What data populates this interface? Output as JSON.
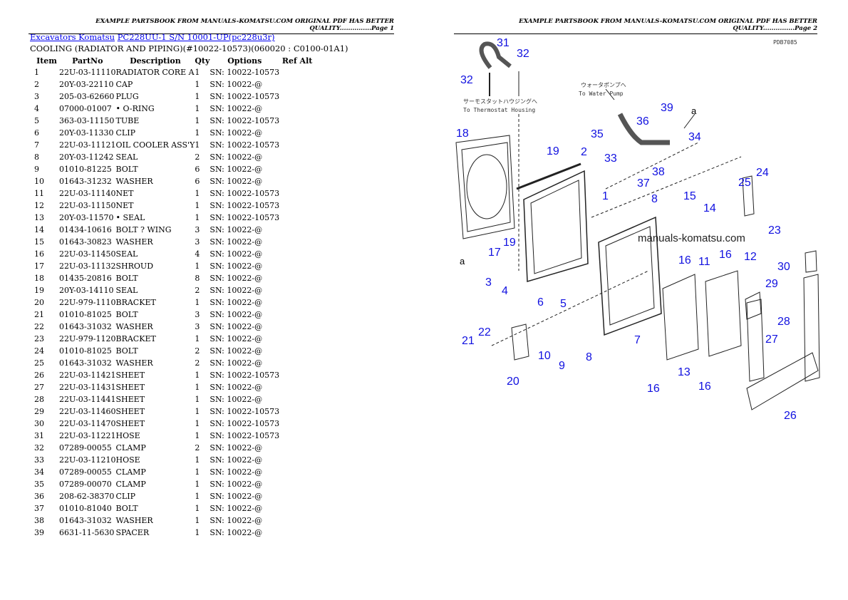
{
  "page1": {
    "header": "EXAMPLE PARTSBOOK FROM MANUALS-KOMATSU.COM ORIGINAL PDF HAS BETTER QUALITY...............Page 1",
    "breadcrumb": {
      "brand": "Excavators Komatsu",
      "model": "PC228UU-1 S/N 10001-UP(pc228u3r)"
    },
    "section_title": "COOLING (RADIATOR AND PIPING)(#10022-10573)(060020 : C0100-01A1)",
    "columns": [
      "Item",
      "PartNo",
      "Description",
      "Qty",
      "Options",
      "Ref Alt"
    ],
    "rows": [
      [
        "1",
        "22U-03-11110",
        "RADIATOR CORE A",
        "1",
        "SN: 10022-10573",
        ""
      ],
      [
        "2",
        "20Y-03-22110",
        "CAP",
        "1",
        "SN: 10022-@",
        ""
      ],
      [
        "3",
        "205-03-62660",
        "PLUG",
        "1",
        "SN: 10022-10573",
        ""
      ],
      [
        "4",
        "07000-01007",
        "• O-RING",
        "1",
        "SN: 10022-@",
        ""
      ],
      [
        "5",
        "363-03-11150",
        "TUBE",
        "1",
        "SN: 10022-10573",
        ""
      ],
      [
        "6",
        "20Y-03-11330",
        "CLIP",
        "1",
        "SN: 10022-@",
        ""
      ],
      [
        "7",
        "22U-03-11121",
        "OIL COOLER ASS'Y",
        "1",
        "SN: 10022-10573",
        ""
      ],
      [
        "8",
        "20Y-03-11242",
        "SEAL",
        "2",
        "SN: 10022-@",
        ""
      ],
      [
        "9",
        "01010-81225",
        "BOLT",
        "6",
        "SN: 10022-@",
        ""
      ],
      [
        "10",
        "01643-31232",
        "WASHER",
        "6",
        "SN: 10022-@",
        ""
      ],
      [
        "11",
        "22U-03-11140",
        "NET",
        "1",
        "SN: 10022-10573",
        ""
      ],
      [
        "12",
        "22U-03-11150",
        "NET",
        "1",
        "SN: 10022-10573",
        ""
      ],
      [
        "13",
        "20Y-03-11570",
        "• SEAL",
        "1",
        "SN: 10022-10573",
        ""
      ],
      [
        "14",
        "01434-10616",
        "BOLT ? WING",
        "3",
        "SN: 10022-@",
        ""
      ],
      [
        "15",
        "01643-30823",
        "WASHER",
        "3",
        "SN: 10022-@",
        ""
      ],
      [
        "16",
        "22U-03-11450",
        "SEAL",
        "4",
        "SN: 10022-@",
        ""
      ],
      [
        "17",
        "22U-03-11132",
        "SHROUD",
        "1",
        "SN: 10022-@",
        ""
      ],
      [
        "18",
        "01435-20816",
        "BOLT",
        "8",
        "SN: 10022-@",
        ""
      ],
      [
        "19",
        "20Y-03-14110",
        "SEAL",
        "2",
        "SN: 10022-@",
        ""
      ],
      [
        "20",
        "22U-979-1110",
        "BRACKET",
        "1",
        "SN: 10022-@",
        ""
      ],
      [
        "21",
        "01010-81025",
        "BOLT",
        "3",
        "SN: 10022-@",
        ""
      ],
      [
        "22",
        "01643-31032",
        "WASHER",
        "3",
        "SN: 10022-@",
        ""
      ],
      [
        "23",
        "22U-979-1120",
        "BRACKET",
        "1",
        "SN: 10022-@",
        ""
      ],
      [
        "24",
        "01010-81025",
        "BOLT",
        "2",
        "SN: 10022-@",
        ""
      ],
      [
        "25",
        "01643-31032",
        "WASHER",
        "2",
        "SN: 10022-@",
        ""
      ],
      [
        "26",
        "22U-03-11421",
        "SHEET",
        "1",
        "SN: 10022-10573",
        ""
      ],
      [
        "27",
        "22U-03-11431",
        "SHEET",
        "1",
        "SN: 10022-@",
        ""
      ],
      [
        "28",
        "22U-03-11441",
        "SHEET",
        "1",
        "SN: 10022-@",
        ""
      ],
      [
        "29",
        "22U-03-11460",
        "SHEET",
        "1",
        "SN: 10022-10573",
        ""
      ],
      [
        "30",
        "22U-03-11470",
        "SHEET",
        "1",
        "SN: 10022-10573",
        ""
      ],
      [
        "31",
        "22U-03-11221",
        "HOSE",
        "1",
        "SN: 10022-10573",
        ""
      ],
      [
        "32",
        "07289-00055",
        "CLAMP",
        "2",
        "SN: 10022-@",
        ""
      ],
      [
        "33",
        "22U-03-11210",
        "HOSE",
        "1",
        "SN: 10022-@",
        ""
      ],
      [
        "34",
        "07289-00055",
        "CLAMP",
        "1",
        "SN: 10022-@",
        ""
      ],
      [
        "35",
        "07289-00070",
        "CLAMP",
        "1",
        "SN: 10022-@",
        ""
      ],
      [
        "36",
        "208-62-38370",
        "CLIP",
        "1",
        "SN: 10022-@",
        ""
      ],
      [
        "37",
        "01010-81040",
        "BOLT",
        "1",
        "SN: 10022-@",
        ""
      ],
      [
        "38",
        "01643-31032",
        "WASHER",
        "1",
        "SN: 10022-@",
        ""
      ],
      [
        "39",
        "6631-11-5630",
        "SPACER",
        "1",
        "SN: 10022-@",
        ""
      ]
    ]
  },
  "page2": {
    "header": "EXAMPLE PARTSBOOK FROM MANUALS-KOMATSU.COM ORIGINAL PDF HAS BETTER QUALITY...............Page 2",
    "drawing_code": "PDB7085",
    "watermark": "manuals-komatsu.com",
    "notes": {
      "thermostat_jp": "サーモスタットハウジングへ",
      "thermostat_en": "To Thermostat Housing",
      "pump_jp": "ウォータポンプへ",
      "pump_en": "To Water Pump",
      "ref_a": "a"
    },
    "callouts": [
      "31",
      "32",
      "32",
      "18",
      "19",
      "2",
      "1",
      "36",
      "39",
      "34",
      "35",
      "33",
      "37",
      "38",
      "8",
      "15",
      "14",
      "25",
      "24",
      "23",
      "17",
      "19",
      "3",
      "4",
      "6",
      "5",
      "16",
      "11",
      "16",
      "12",
      "30",
      "29",
      "28",
      "27",
      "7",
      "21",
      "22",
      "20",
      "10",
      "9",
      "8",
      "13",
      "16",
      "16",
      "26"
    ],
    "callout_color": "#1010e0"
  }
}
